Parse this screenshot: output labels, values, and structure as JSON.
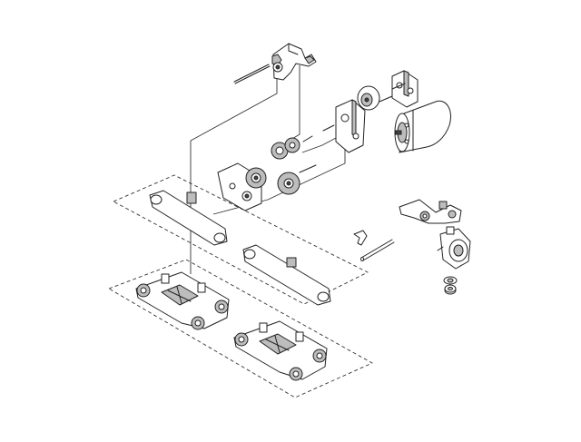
{
  "diagram": {
    "kind": "exploded-assembly",
    "colors": {
      "line": "#222222",
      "background": "#ffffff",
      "shade": "#bdbdbd"
    },
    "parts": [
      {
        "id": "servo-horn-bracket"
      },
      {
        "id": "pin-top"
      },
      {
        "id": "motor-mount-plate"
      },
      {
        "id": "electric-motor"
      },
      {
        "id": "gearbox-frame"
      },
      {
        "id": "spur-gears"
      },
      {
        "id": "gear-plate"
      },
      {
        "id": "upper-link-left"
      },
      {
        "id": "upper-link-right"
      },
      {
        "id": "chassis-frame-left"
      },
      {
        "id": "chassis-frame-right"
      },
      {
        "id": "clip-small"
      },
      {
        "id": "axle-shaft"
      },
      {
        "id": "steering-knuckle-arm"
      },
      {
        "id": "hub-carrier"
      },
      {
        "id": "bearing-washers"
      }
    ]
  }
}
